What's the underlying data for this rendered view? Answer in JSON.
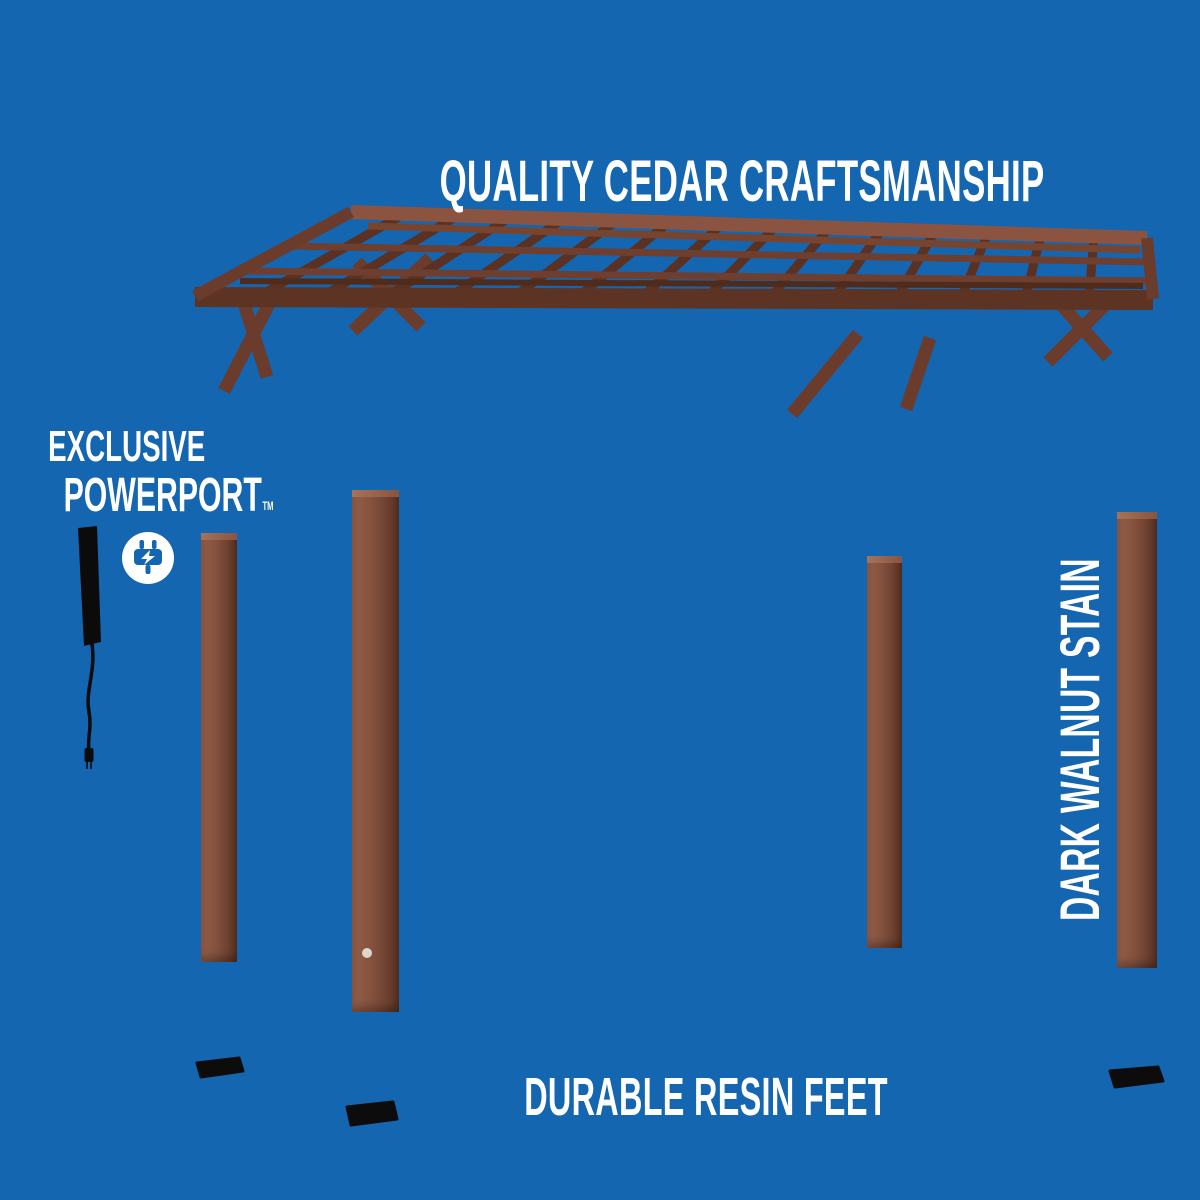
{
  "page": {
    "background": "#1566b1"
  },
  "headline": "QUALITY CEDAR CRAFTSMANSHIP",
  "callouts": {
    "powerport": {
      "line1": "EXCLUSIVE",
      "line2": "POWERPORT",
      "trademark": "TM",
      "icon": "plug-lightning-icon"
    },
    "stain": "DARK WALNUT STAIN",
    "feet": "DURABLE RESIN FEET"
  },
  "colors": {
    "background_blue": "#1566b1",
    "text_white": "#ffffff",
    "wood_brown": "#7b4936",
    "wood_dark": "#59311f",
    "wood_light": "#95604a",
    "resin_black": "#0c0c0c"
  }
}
